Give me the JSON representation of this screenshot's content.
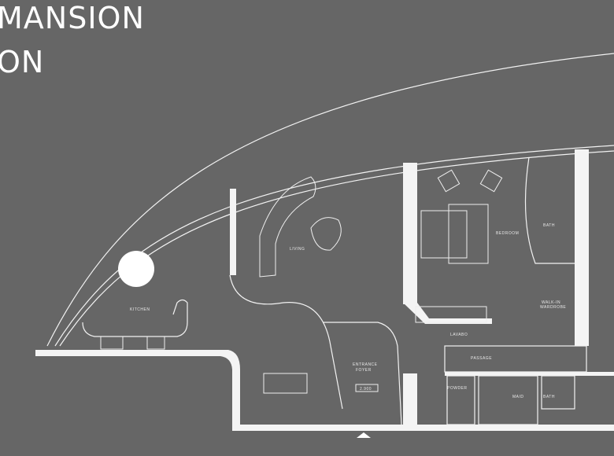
{
  "header": {
    "title_line1": "MANSION",
    "title_line2": "ON"
  },
  "rooms": {
    "kitchen": "KITCHEN",
    "living": "LIVING",
    "bedroom": "BEDROOM",
    "bath": "BATH",
    "walk_in_wardrobe_1": "WALK-IN",
    "walk_in_wardrobe_2": "WARDROBE",
    "lounge": "LAVABO",
    "passage": "PASSAGE",
    "entrance_foyer_1": "ENTRANCE",
    "entrance_foyer_2": "FOYER",
    "entrance_tag": "2.900",
    "powder": "POWDER",
    "maid": "MAID",
    "bath2": "BATH"
  }
}
